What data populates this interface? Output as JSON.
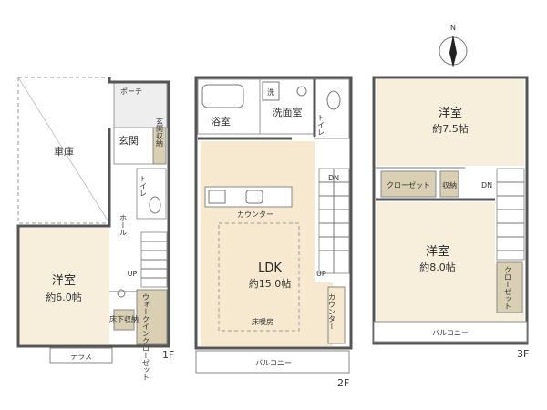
{
  "compass": {
    "north": "N"
  },
  "floors": {
    "f1": {
      "label": "1F",
      "garage": "車庫",
      "porch": "ポーチ",
      "entrance": "玄関",
      "entrance_storage": "玄関収納",
      "toilet": "トイレ",
      "hall": "ホール",
      "up": "UP",
      "room": "洋室",
      "room_size": "約6.0帖",
      "walkin_closet": "ウォークインクローゼット",
      "underfloor_storage": "床下収納",
      "terrace": "テラス"
    },
    "f2": {
      "label": "2F",
      "bathroom": "浴室",
      "washroom": "洗面室",
      "wash": "洗",
      "toilet": "トイレ",
      "counter_small": "カウンター",
      "ldk": "LDK",
      "ldk_size": "約15.0帖",
      "floor_heating": "床暖房",
      "counter": "カウンター",
      "dn": "DN",
      "up": "UP",
      "balcony": "バルコニー"
    },
    "f3": {
      "label": "3F",
      "room1": "洋室",
      "room1_size": "約7.5帖",
      "closet1": "クローゼット",
      "storage": "収納",
      "dn": "DN",
      "room2": "洋室",
      "room2_size": "約8.0帖",
      "closet2": "クローゼット",
      "balcony": "バルコニー"
    }
  },
  "colors": {
    "room_fill": "#f7eedc",
    "ldk_fill": "#f6e9cf",
    "storage_fill": "#d9d0b3",
    "wet_fill": "#ffffff"
  }
}
